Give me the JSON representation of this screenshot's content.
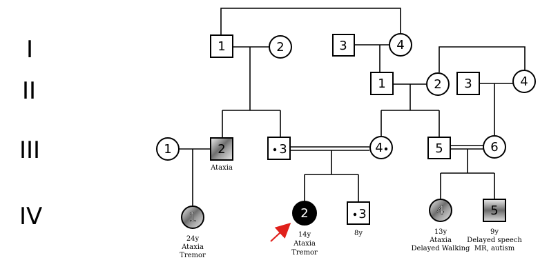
{
  "generations": [
    "I",
    "II",
    "III",
    "IV"
  ],
  "individuals": {
    "I_1": {
      "label": "1",
      "sex": "male",
      "status": "unaffected"
    },
    "I_2": {
      "label": "2",
      "sex": "female",
      "status": "unaffected"
    },
    "I_3": {
      "label": "3",
      "sex": "male",
      "status": "unaffected"
    },
    "I_4": {
      "label": "4",
      "sex": "female",
      "status": "unaffected"
    },
    "II_1": {
      "label": "1",
      "sex": "male",
      "status": "unaffected"
    },
    "II_2": {
      "label": "2",
      "sex": "female",
      "status": "unaffected"
    },
    "II_3": {
      "label": "3",
      "sex": "male",
      "status": "unaffected"
    },
    "II_4": {
      "label": "4",
      "sex": "female",
      "status": "unaffected"
    },
    "III_1": {
      "label": "1",
      "sex": "female",
      "status": "unaffected"
    },
    "III_2": {
      "label": "2",
      "sex": "male",
      "status": "partially affected",
      "notes": [
        "Ataxia"
      ]
    },
    "III_3": {
      "label": "3",
      "sex": "male",
      "status": "carrier"
    },
    "III_4": {
      "label": "4",
      "sex": "female",
      "status": "carrier"
    },
    "III_5": {
      "label": "5",
      "sex": "male",
      "status": "unaffected"
    },
    "III_6": {
      "label": "6",
      "sex": "female",
      "status": "unaffected"
    },
    "IV_1": {
      "label": "1",
      "sex": "female",
      "status": "partially affected",
      "notes": [
        "24y",
        "Ataxia",
        "Tremor"
      ]
    },
    "IV_2": {
      "label": "2",
      "sex": "female",
      "status": "affected",
      "proband": true,
      "notes": [
        "14y",
        "Ataxia",
        "Tremor"
      ]
    },
    "IV_3": {
      "label": "3",
      "sex": "male",
      "status": "carrier",
      "notes": [
        "8y"
      ]
    },
    "IV_4": {
      "label": "4",
      "sex": "female",
      "status": "partially affected",
      "notes": [
        "13y",
        "Ataxia",
        "Delayed Walking"
      ]
    },
    "IV_5": {
      "label": "5",
      "sex": "male",
      "status": "partially affected",
      "notes": [
        "9y",
        "Delayed speech",
        "MR, autism"
      ]
    }
  },
  "colors": {
    "line": "#000000",
    "affected": "#000000",
    "proband_arrow": "#e0201b"
  }
}
